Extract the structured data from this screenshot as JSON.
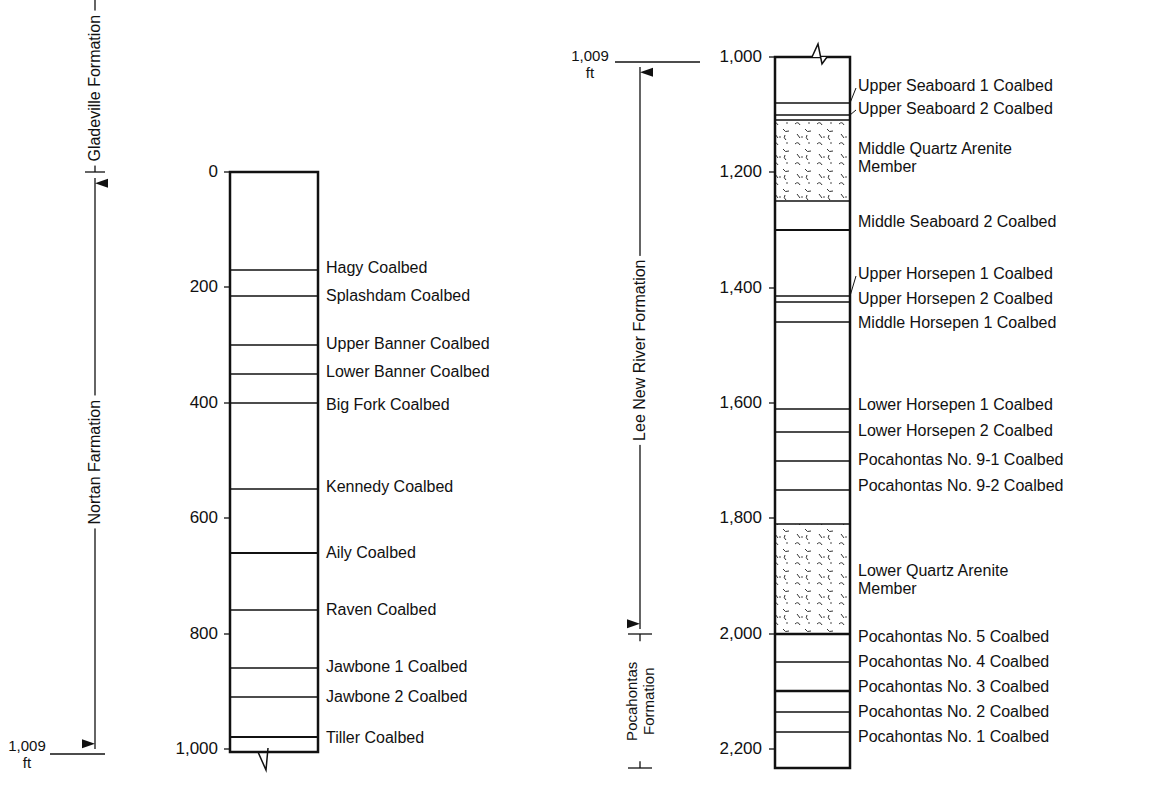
{
  "diagram": {
    "labels": [
      "Gladeville Formation",
      "Nortan Farmation",
      "1,009 ft",
      "0",
      "200",
      "400",
      "600",
      "800",
      "1,000",
      "Hagy Coalbed",
      "Splashdam Coalbed",
      "Upper Banner Coalbed",
      "Lower Banner Coalbed",
      "Big Fork Coalbed",
      "Kennedy Coalbed",
      "Aily Coalbed",
      "Raven Coalbed",
      "Jawbone 1 Coalbed",
      "Jawbone 2 Coalbed",
      "Tiller Coalbed",
      "1,009 ft",
      "Lee New River Formation",
      "Pocahontas Formation",
      "1,000",
      "1,200",
      "1,400",
      "1,600",
      "1,800",
      "2,000",
      "2,200",
      "Upper Seaboard 1 Coalbed",
      "Upper Seaboard 2 Coalbed",
      "Middle Quartz Arenite Member",
      "Middle Seaboard 2 Coalbed",
      "Upper Horsepen 1 Coalbed",
      "Upper Horsepen 2 Coalbed",
      "Middle Horsepen 1 Coalbed",
      "Lower Horsepen 1 Coalbed",
      "Lower Horsepen 2 Coalbed",
      "Pocahontas No. 9-1 Coalbed",
      "Pocahontas No. 9-2 Coalbed",
      "Lower Quartz Arenite Member",
      "Pocahontas No. 5 Coalbed",
      "Pocahontas No. 4 Coalbed",
      "Pocahontas No. 3 Coalbed",
      "Pocahontas No. 2 Coalbed",
      "Pocahontas No. 1 Coalbed"
    ]
  }
}
